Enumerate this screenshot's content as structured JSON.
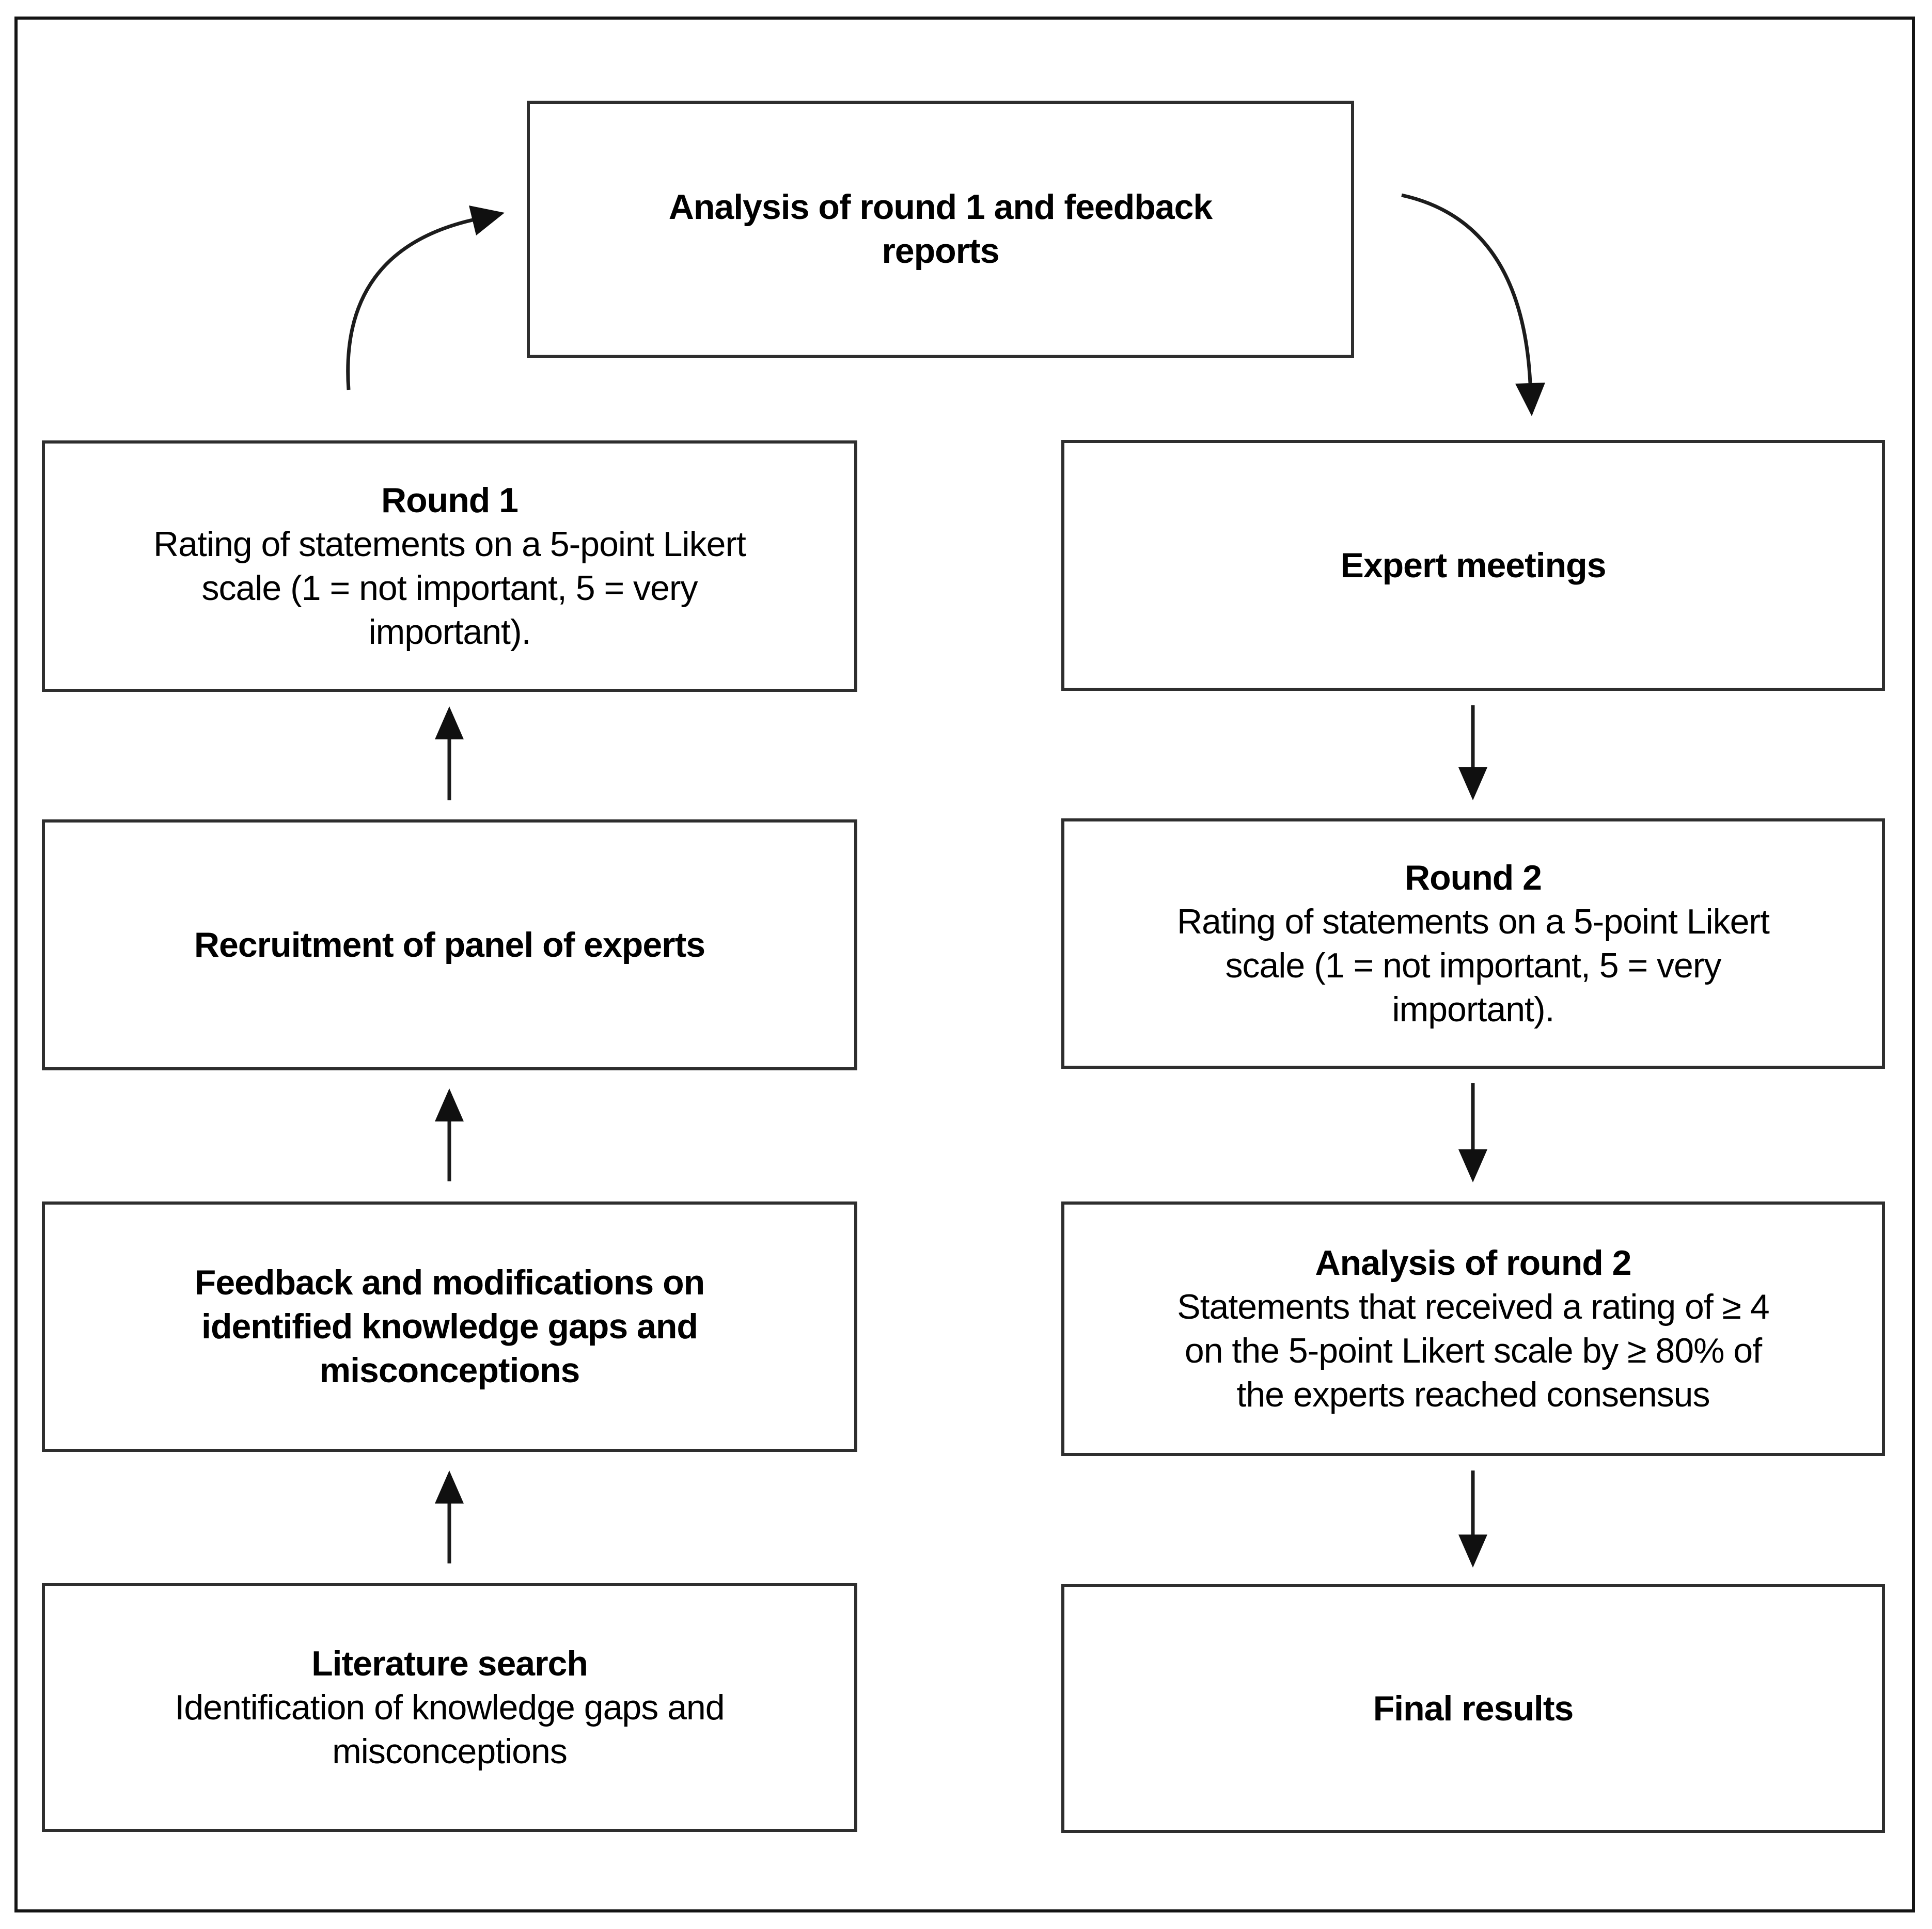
{
  "figure": {
    "top_box": {
      "title": "Analysis of round 1 and feedback\nreports"
    },
    "left_column": {
      "round1": {
        "title": "Round 1",
        "body": "Rating of statements on a 5-point Likert\nscale (1 = not important, 5 = very\nimportant)."
      },
      "recruitment": {
        "title": "Recruitment of panel of experts"
      },
      "feedback": {
        "title": "Feedback and modifications on\nidentified knowledge gaps and\nmisconceptions"
      },
      "literature": {
        "title": "Literature search",
        "body": "Identification of knowledge gaps and\nmisconceptions"
      }
    },
    "right_column": {
      "expert_meetings": {
        "title": "Expert meetings"
      },
      "round2": {
        "title": "Round 2",
        "body": "Rating of statements on a 5-point Likert\nscale (1 = not important, 5 = very\nimportant)."
      },
      "analysis_round2": {
        "title": "Analysis of round 2",
        "body": "Statements that received a rating of ≥ 4\non the 5-point Likert scale by ≥ 80% of\nthe experts reached consensus"
      },
      "final_results": {
        "title": "Final results"
      }
    },
    "colors": {
      "background": "#ffffff",
      "frame_border": "#141414",
      "box_border": "#2e2e2e",
      "arrow": "#1c1c1c",
      "text": "#000000"
    }
  }
}
